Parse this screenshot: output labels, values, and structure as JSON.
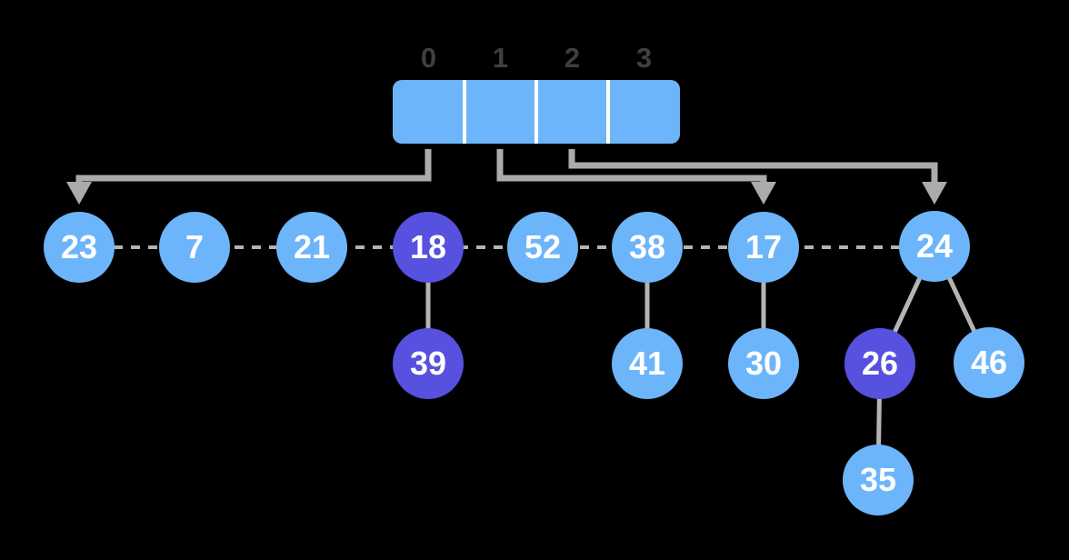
{
  "colors": {
    "background": "#000000",
    "node_blue": "#6DB5FA",
    "node_purple": "#5651DF",
    "array_fill": "#6DB5FA",
    "array_divider_white": "#FFFFFF",
    "arrow_gray": "#ABABAB",
    "dash_gray": "#B4B4B4",
    "edge_gray": "#B4B4B4",
    "index_label_gray": "#3F3F3F",
    "node_text": "#FFFFFF"
  },
  "degree_array": {
    "indices": [
      "0",
      "1",
      "2",
      "3"
    ]
  },
  "nodes": [
    {
      "value": "23",
      "variant": "blue"
    },
    {
      "value": "7",
      "variant": "blue"
    },
    {
      "value": "21",
      "variant": "blue"
    },
    {
      "value": "18",
      "variant": "purple"
    },
    {
      "value": "52",
      "variant": "blue"
    },
    {
      "value": "38",
      "variant": "blue"
    },
    {
      "value": "17",
      "variant": "blue"
    },
    {
      "value": "24",
      "variant": "blue"
    },
    {
      "value": "39",
      "variant": "purple"
    },
    {
      "value": "41",
      "variant": "blue"
    },
    {
      "value": "30",
      "variant": "blue"
    },
    {
      "value": "26",
      "variant": "purple"
    },
    {
      "value": "46",
      "variant": "blue"
    },
    {
      "value": "35",
      "variant": "blue"
    }
  ],
  "root_list_order": [
    "23",
    "7",
    "21",
    "18",
    "52",
    "38",
    "17",
    "24"
  ],
  "child_edges": [
    {
      "parent": "18",
      "child": "39"
    },
    {
      "parent": "38",
      "child": "41"
    },
    {
      "parent": "17",
      "child": "30"
    },
    {
      "parent": "24",
      "child": "26"
    },
    {
      "parent": "24",
      "child": "46"
    },
    {
      "parent": "26",
      "child": "35"
    }
  ],
  "array_arrows": [
    {
      "index": "0",
      "target": "23"
    },
    {
      "index": "1",
      "target": "17"
    },
    {
      "index": "2",
      "target": "24"
    }
  ],
  "purple_nodes": [
    "18",
    "39",
    "26"
  ]
}
